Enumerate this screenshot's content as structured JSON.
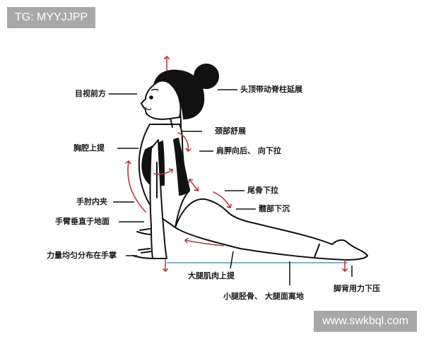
{
  "watermarks": {
    "top": "TG: MYYJJPP",
    "bottom": "www.swkbql.com"
  },
  "colors": {
    "arrow": "#b03a45",
    "ink": "#111111",
    "floor": "#5a9ab0",
    "watermark_bg": "#a8a8a8"
  },
  "labels": {
    "eyes": "目视前方",
    "head_spine": "头顶带动脊柱延展",
    "chest": "胸腔上提",
    "neck": "颈部舒展",
    "shoulder_blades": "肩胛向后、 向下拉",
    "elbows": "手肘内夹",
    "tailbone": "尾骨下拉",
    "hips": "髋部下沉",
    "arms": "手臂垂直于地面",
    "palms": "力量均匀分布在手掌",
    "thigh_muscles": "大腿肌肉上提",
    "feet": "脚背用力下压",
    "shins_thighs": "小腿胫骨、 大腿面离地"
  }
}
